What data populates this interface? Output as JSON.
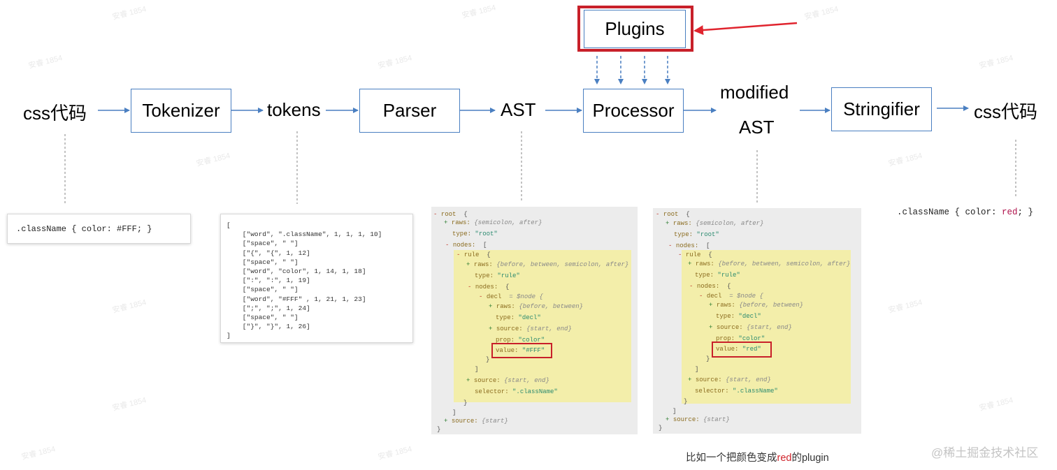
{
  "flow": {
    "input": "css代码",
    "tokenizer": "Tokenizer",
    "tokens": "tokens",
    "parser": "Parser",
    "ast": "AST",
    "processor": "Processor",
    "modified_1": "modified",
    "modified_2": "AST",
    "stringifier": "Stringifier",
    "output": "css代码",
    "plugins": "Plugins"
  },
  "input_code": ".className { color: #FFF; }",
  "tokens_list": [
    "[",
    "    [\"word\", \".className\", 1, 1, 1, 10]",
    "    [\"space\", \" \"]",
    "    [\"{\", \"{\", 1, 12]",
    "    [\"space\", \" \"]",
    "    [\"word\", \"color\", 1, 14, 1, 18]",
    "    [\":\", \":\", 1, 19]",
    "    [\"space\", \" \"]",
    "    [\"word\", \"#FFF\" , 1, 21, 1, 23]",
    "    [\";\", \";\", 1, 24]",
    "    [\"space\", \" \"]",
    "    [\"}\", \"}\", 1, 26]",
    "]"
  ],
  "ast_text": {
    "root": "root",
    "raws": "raws:",
    "raws_root": "{semicolon, after}",
    "type": "type:",
    "root_type": "\"root\"",
    "nodes": "nodes:",
    "rule": "rule",
    "raws_rule": "{before, between, semicolon, after}",
    "rule_type": "\"rule\"",
    "decl": "decl",
    "decl_node": "= $node {",
    "raws_decl": "{before, between}",
    "decl_type": "\"decl\"",
    "source": "source:",
    "source_decl": "{start, end}",
    "prop": "prop:",
    "prop_val": "\"color\"",
    "value": "value:",
    "value_before": "\"#FFF\"",
    "value_after": "\"red\"",
    "source_rule": "{start, end}",
    "selector": "selector:",
    "selector_val": "\".className\"",
    "source_root": "{start}"
  },
  "output_code": {
    "prefix": ".className { color: ",
    "red": "red",
    "suffix": "; }"
  },
  "caption": {
    "before": "比如一个把颜色变成",
    "red": "red",
    "after": "的plugin"
  },
  "watermark": "安睿 1854",
  "credit": "@稀土掘金技术社区",
  "colors": {
    "box_border": "#4a7fc1",
    "arrow": "#4a7fc1",
    "highlight": "#c8202a",
    "ast_bg": "#ececec",
    "ast_highlight": "#f3eeaa"
  }
}
